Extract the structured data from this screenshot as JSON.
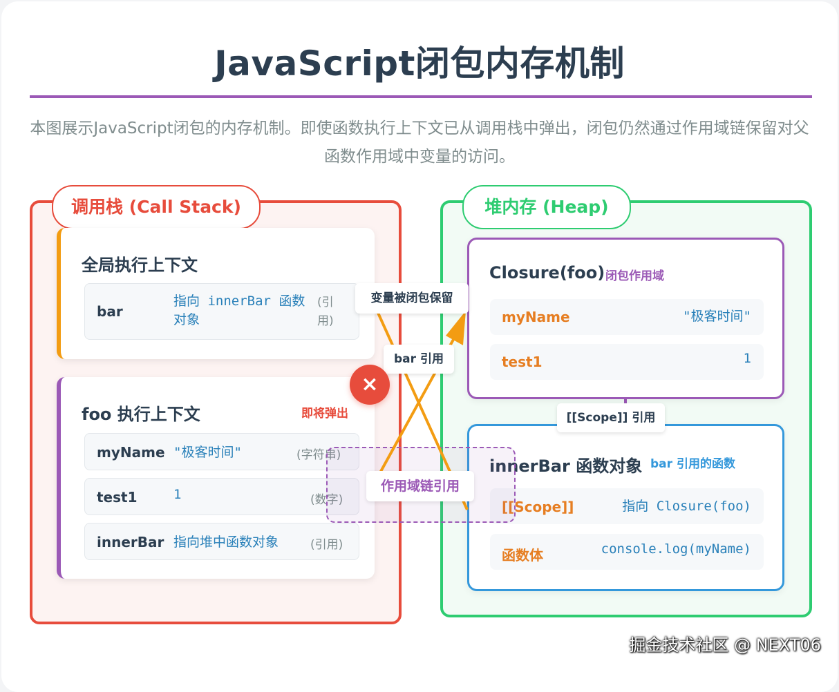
{
  "title": "JavaScript闭包内存机制",
  "description": "本图展示JavaScript闭包的内存机制。即使函数执行上下文已从调用栈中弹出，闭包仍然通过作用域链保留对父函数作用域中变量的访问。",
  "call_stack": {
    "label": "调用栈 (Call Stack)",
    "global_context": {
      "title": "全局执行上下文",
      "rows": [
        {
          "key": "bar",
          "value": "指向 innerBar 函数对象",
          "type": "(引用)"
        }
      ]
    },
    "foo_context": {
      "title": "foo 执行上下文",
      "badge": "即将弹出",
      "rows": [
        {
          "key": "myName",
          "value": "\"极客时间\"",
          "type": "(字符串)"
        },
        {
          "key": "test1",
          "value": "1",
          "type": "(数字)"
        },
        {
          "key": "innerBar",
          "value": "指向堆中函数对象",
          "type": "(引用)"
        }
      ]
    }
  },
  "heap": {
    "label": "堆内存 (Heap)",
    "closure": {
      "title": "Closure(foo)",
      "subtitle": "闭包作用域",
      "rows": [
        {
          "key": "myName",
          "value": "\"极客时间\""
        },
        {
          "key": "test1",
          "value": "1"
        }
      ]
    },
    "inner_bar": {
      "title": "innerBar 函数对象",
      "subtitle": "bar 引用的函数",
      "rows": [
        {
          "key": "[[Scope]]",
          "value": "指向 Closure(foo)"
        },
        {
          "key": "函数体",
          "value": "console.log(myName)"
        }
      ]
    }
  },
  "connectors": {
    "variable_kept": "变量被闭包保留",
    "bar_ref": "bar 引用",
    "scope_ref": "[[Scope]] 引用",
    "scope_chain": "作用域链引用"
  },
  "close_symbol": "×",
  "watermark": "掘金技术社区 @ NEXT06",
  "colors": {
    "stack": "#e74c3c",
    "heap": "#2ecc71",
    "closure": "#9b59b6",
    "function": "#3498db",
    "arrow": "#f39c12",
    "key_orange": "#e67e22"
  }
}
